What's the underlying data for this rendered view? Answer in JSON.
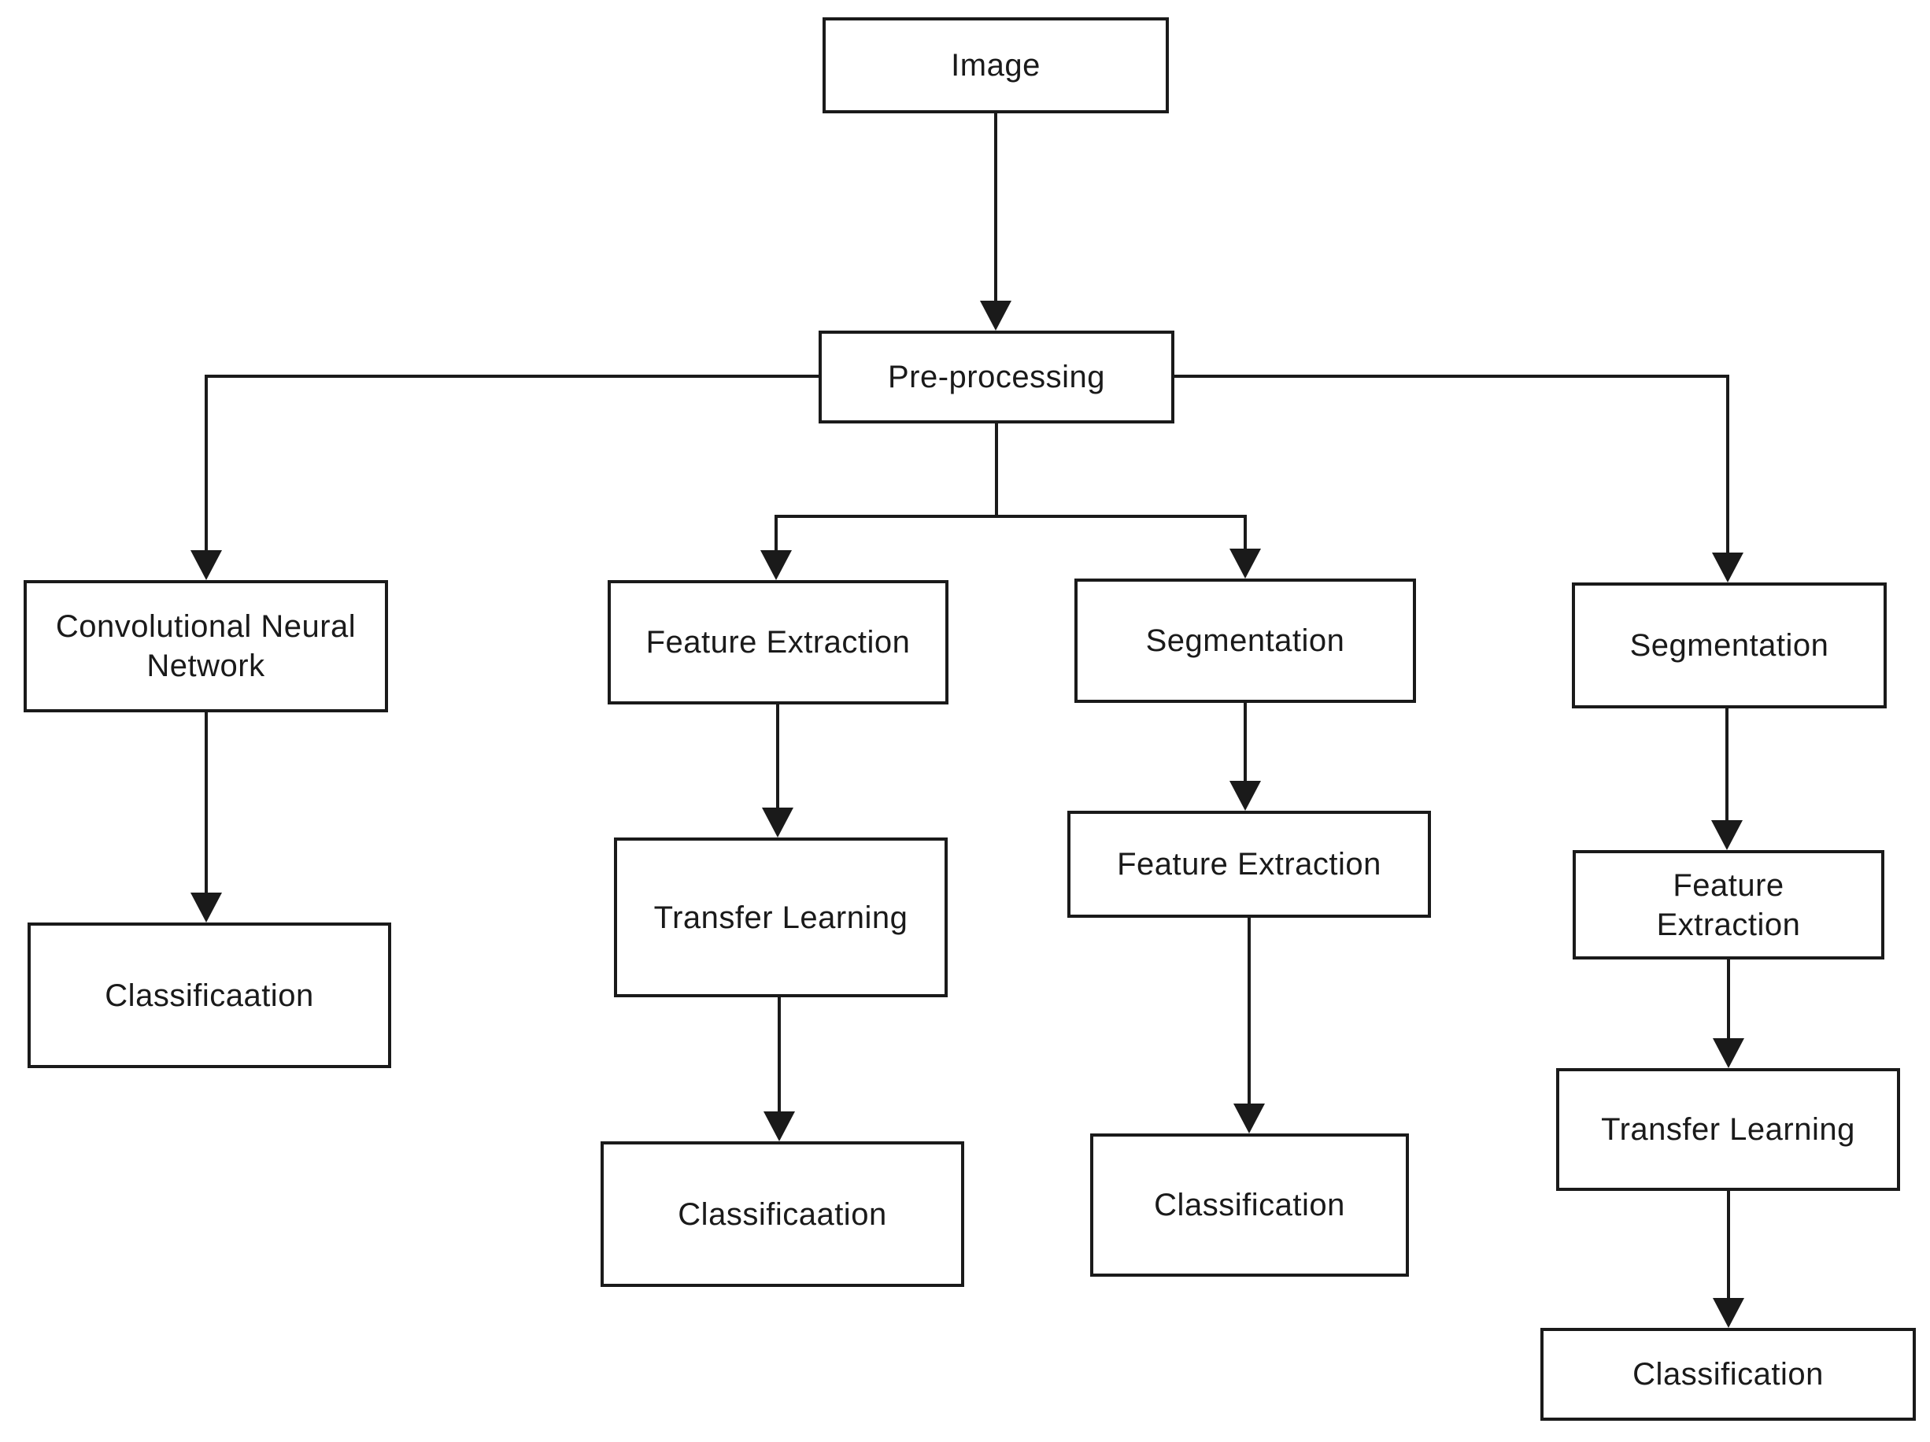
{
  "diagram": {
    "type": "flowchart",
    "colors": {
      "background": "#ffffff",
      "box_fill": "#ffffff",
      "box_border": "#1a1a1a",
      "line": "#1a1a1a",
      "text": "#1a1a1a"
    },
    "nodes": {
      "image": {
        "label": "Image"
      },
      "preprocessing": {
        "label": "Pre-processing"
      },
      "cnn": {
        "label": "Convolutional Neural Network"
      },
      "classification_cnn": {
        "label": "Classificaation"
      },
      "feature_extraction_2": {
        "label": "Feature Extraction"
      },
      "transfer_learning_2": {
        "label": "Transfer Learning"
      },
      "classification_2": {
        "label": "Classificaation"
      },
      "segmentation_3": {
        "label": "Segmentation"
      },
      "feature_extraction_3": {
        "label": "Feature Extraction"
      },
      "classification_3": {
        "label": "Classification"
      },
      "segmentation_4": {
        "label": "Segmentation"
      },
      "feature_extraction_4": {
        "label": "Feature Extraction"
      },
      "transfer_learning_4": {
        "label": "Transfer Learning"
      },
      "classification_4": {
        "label": "Classification"
      }
    },
    "edges": [
      {
        "from": "image",
        "to": "preprocessing"
      },
      {
        "from": "preprocessing",
        "to": "cnn"
      },
      {
        "from": "preprocessing",
        "to": "feature_extraction_2"
      },
      {
        "from": "preprocessing",
        "to": "segmentation_3"
      },
      {
        "from": "preprocessing",
        "to": "segmentation_4"
      },
      {
        "from": "cnn",
        "to": "classification_cnn"
      },
      {
        "from": "feature_extraction_2",
        "to": "transfer_learning_2"
      },
      {
        "from": "transfer_learning_2",
        "to": "classification_2"
      },
      {
        "from": "segmentation_3",
        "to": "feature_extraction_3"
      },
      {
        "from": "feature_extraction_3",
        "to": "classification_3"
      },
      {
        "from": "segmentation_4",
        "to": "feature_extraction_4"
      },
      {
        "from": "feature_extraction_4",
        "to": "transfer_learning_4"
      },
      {
        "from": "transfer_learning_4",
        "to": "classification_4"
      }
    ]
  }
}
